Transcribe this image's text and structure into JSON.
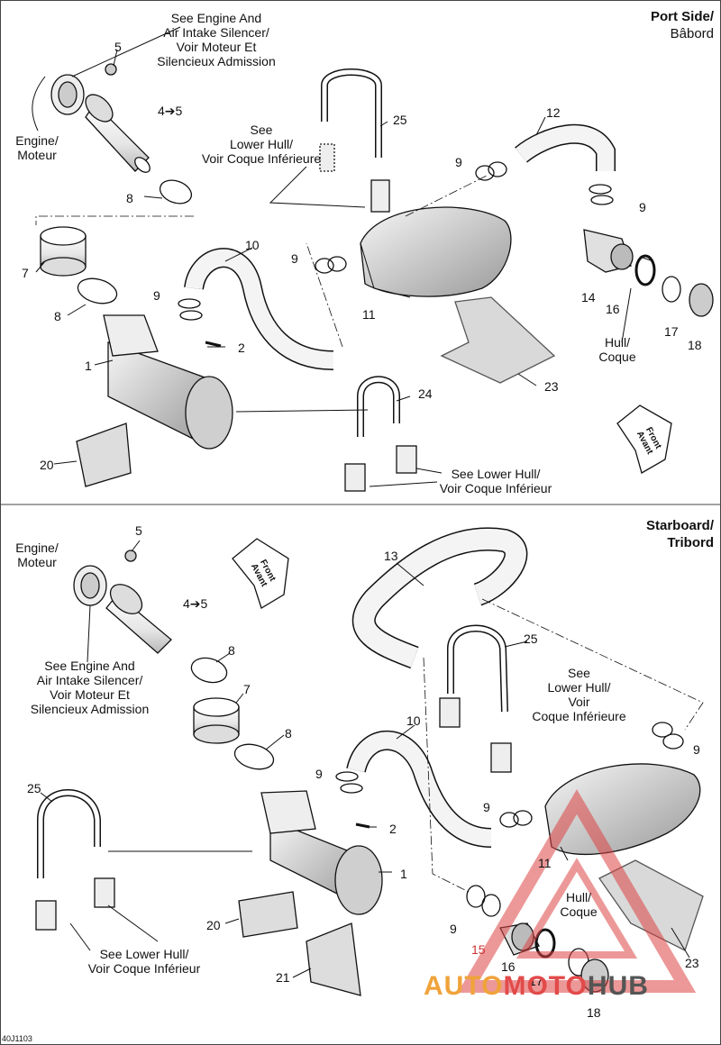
{
  "figure_code": "40J1103",
  "watermark": {
    "part1": "AUTO",
    "part2": "MOTO",
    "part3": "HUB"
  },
  "top": {
    "side_title": "Port Side/",
    "side_subtitle": "Bâbord",
    "ref_engine_silencer": [
      "See Engine And",
      "Air Intake Silencer/",
      "Voir Moteur Et",
      "Silencieux Admission"
    ],
    "ref_engine": [
      "Engine/",
      "Moteur"
    ],
    "ref_lower_hull_a": [
      "See",
      "Lower Hull/",
      "Voir Coque Inférieure"
    ],
    "ref_lower_hull_b": [
      "See Lower Hull/",
      "Voir Coque Inférieur"
    ],
    "ref_hull": [
      "Hull/",
      "Coque"
    ],
    "front": [
      "Front",
      "Avant"
    ],
    "labels": {
      "p5": "5",
      "p45": "4➔5",
      "p8a": "8",
      "p25": "25",
      "p12": "12",
      "p9a": "9",
      "p9b": "9",
      "p9c": "9",
      "p9d": "9",
      "p7": "7",
      "p8b": "8",
      "p10": "10",
      "p11": "11",
      "p14": "14",
      "p16": "16",
      "p17": "17",
      "p18": "18",
      "p1": "1",
      "p2": "2",
      "p20": "20",
      "p23": "23",
      "p24": "24"
    }
  },
  "bottom": {
    "side_title": "Starboard/",
    "side_subtitle": "Tribord",
    "ref_engine": [
      "Engine/",
      "Moteur"
    ],
    "ref_engine_silencer": [
      "See Engine And",
      "Air Intake Silencer/",
      "Voir Moteur Et",
      "Silencieux Admission"
    ],
    "ref_lower_hull_a": [
      "See",
      "Lower Hull/",
      "Voir",
      "Coque Inférieure"
    ],
    "ref_lower_hull_b": [
      "See Lower Hull/",
      "Voir Coque Inférieur"
    ],
    "ref_hull": [
      "Hull/",
      "Coque"
    ],
    "front": [
      "Front",
      "Avant"
    ],
    "labels": {
      "p5": "5",
      "p45": "4➔5",
      "p8a": "8",
      "p7": "7",
      "p8b": "8",
      "p13": "13",
      "p25a": "25",
      "p25b": "25",
      "p10": "10",
      "p9a": "9",
      "p9b": "9",
      "p9c": "9",
      "p9d": "9",
      "p2": "2",
      "p1": "1",
      "p11": "11",
      "p20": "20",
      "p21": "21",
      "p15": "15",
      "p16": "16",
      "p17": "17",
      "p18": "18",
      "p23": "23"
    }
  }
}
